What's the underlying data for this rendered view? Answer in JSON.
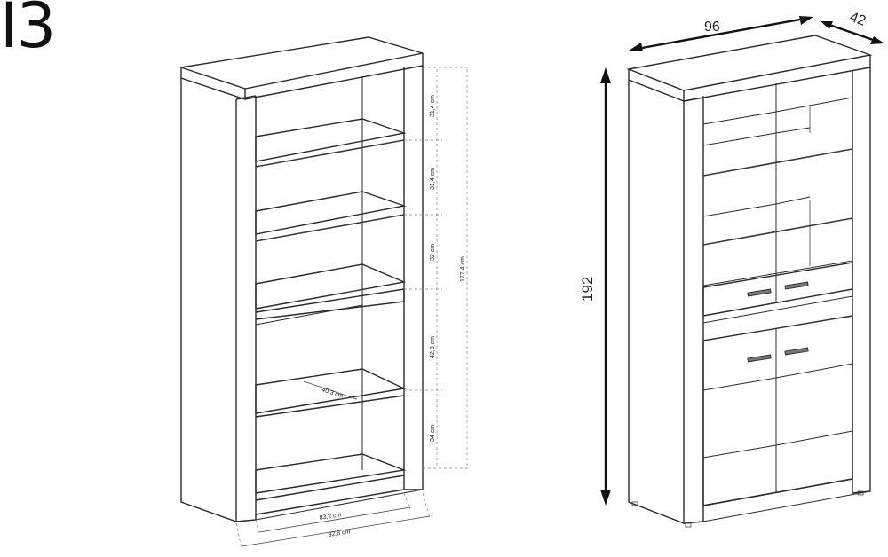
{
  "model_code": "I3",
  "left_view": {
    "shelf_spacings": [
      "31,4 cm",
      "31,4 cm",
      "32 cm",
      "42,3 cm",
      "34 cm"
    ],
    "inner_height": "177,4 cm",
    "shelf_depth": "40,3 cm",
    "inner_width": "83,2 cm",
    "outer_width": "92,8 cm"
  },
  "right_view": {
    "width": "96",
    "depth": "42",
    "height": "192"
  }
}
